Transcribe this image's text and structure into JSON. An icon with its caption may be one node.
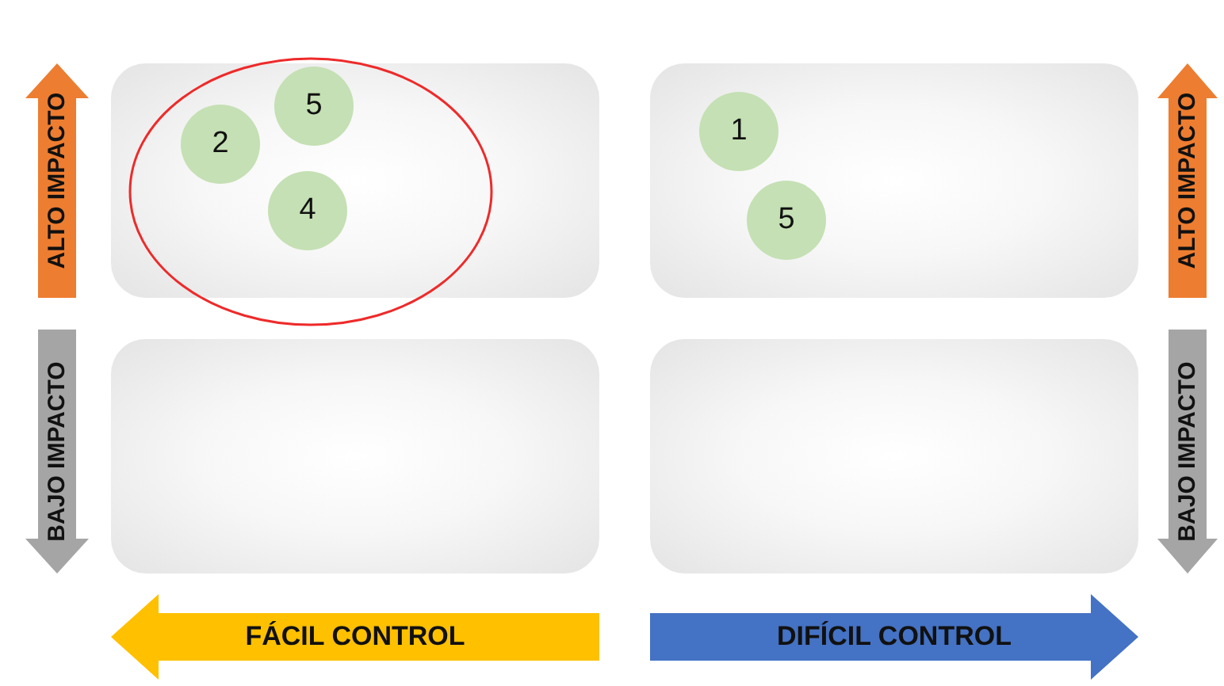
{
  "diagram": {
    "nodes": [
      {
        "text": [
          "ALTO IMPACTO"
        ]
      },
      {
        "text": [],
        "shape": "box"
      },
      {
        "text": [],
        "shape": "ellipse"
      },
      {
        "text": [
          "5"
        ],
        "in": 2
      },
      {
        "text": [
          "2"
        ],
        "in": 2
      },
      {
        "text": [
          "4"
        ],
        "in": 2
      },
      {
        "text": [],
        "shape": "box"
      },
      {
        "text": [
          "1"
        ],
        "in": 6
      },
      {
        "text": [
          "5"
        ],
        "in": 6
      },
      {
        "text": [
          "ALTO IMPACTO"
        ]
      },
      {
        "text": [
          "BAJO IMPACTO"
        ]
      },
      {
        "text": [],
        "shape": "box"
      },
      {
        "text": [],
        "shape": "box"
      },
      {
        "text": [
          "BAJO IMPACTO"
        ]
      },
      {
        "text": [
          "FÁCIL CONTROL"
        ]
      },
      {
        "text": [
          "DIFÍCIL CONTROL"
        ]
      }
    ]
  }
}
